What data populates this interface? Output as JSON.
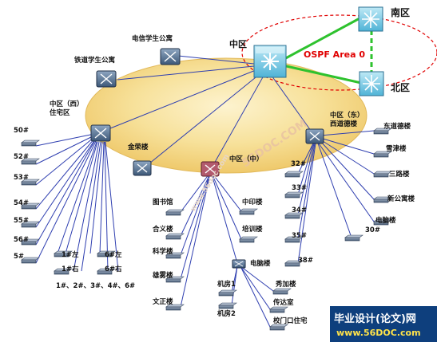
{
  "regions": {
    "center": "中区",
    "south": "南区",
    "north": "北区",
    "ospf": "OSPF Area 0"
  },
  "subregions": {
    "west": "中区（西）\n住宅区",
    "east": "中区（东）\n西道德楼",
    "middle": "中区（中）"
  },
  "top_nodes": {
    "telecom_dorm": "电信学生公寓",
    "railway_dorm": "铁道学生公寓",
    "jinrong": "金荣楼"
  },
  "west_buildings": [
    "50#",
    "52#",
    "53#",
    "54#",
    "55#",
    "56#",
    "5#"
  ],
  "west_bottom": {
    "l1": "1#左",
    "r1": "1#右",
    "l6": "6#左",
    "r6": "6#右",
    "summary": "1#、2#、3#、4#、6#"
  },
  "middle_left": [
    "图书馆",
    "合义楼",
    "科学楼",
    "雄雾楼",
    "文正楼"
  ],
  "middle_right": {
    "zhongyin": "中印楼",
    "peixun": "培训楼",
    "diannao": "电脑楼",
    "room1": "机房1",
    "room2": "机房2",
    "xiujia": "秀加楼",
    "chuanda": "传达室",
    "gate": "校门口住宅"
  },
  "east_right": [
    "东道德楼",
    "雪津楼",
    "三路楼",
    "新公寓楼",
    "电脑楼",
    "30#"
  ],
  "east_left": [
    "32#",
    "33#",
    "34#",
    "35#",
    "38#"
  ],
  "watermark": "56DOC.COM",
  "watermark_small": "www.56doc.com",
  "footer": {
    "title": "毕业设计(论文)网",
    "url": "www.56DOC.com"
  },
  "colors": {
    "ellipse_fill": "#f5dd92",
    "link_blue": "#2f3fb0",
    "ospf_green": "#2ec22e",
    "ospf_red": "#e00000",
    "footer_bg": "#0e3f7d"
  }
}
